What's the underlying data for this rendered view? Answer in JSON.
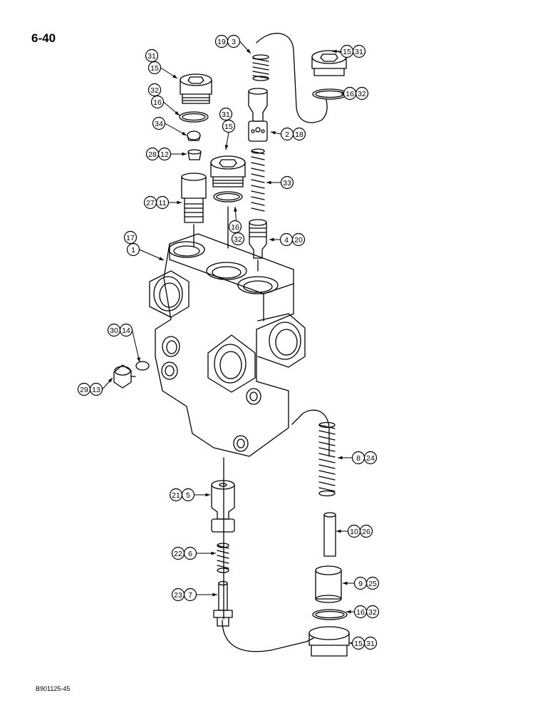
{
  "page_number": "6-40",
  "figure_code": "B901125-45",
  "callouts": [
    [
      "19",
      "3"
    ],
    [
      "15",
      "31"
    ],
    [
      "31",
      "15"
    ],
    [
      "32",
      "16"
    ],
    [
      "16",
      "32"
    ],
    [
      "34"
    ],
    [
      "2",
      "18"
    ],
    [
      "31",
      "15"
    ],
    [
      "28",
      "12"
    ],
    [
      "33"
    ],
    [
      "27",
      "11"
    ],
    [
      "16",
      "32"
    ],
    [
      "4",
      "20"
    ],
    [
      "17",
      "1"
    ],
    [
      "30",
      "14"
    ],
    [
      "29",
      "13"
    ],
    [
      "8",
      "24"
    ],
    [
      "21",
      "5"
    ],
    [
      "10",
      "26"
    ],
    [
      "22",
      "6"
    ],
    [
      "9",
      "25"
    ],
    [
      "23",
      "7"
    ],
    [
      "16",
      "32"
    ],
    [
      "15",
      "31"
    ]
  ]
}
